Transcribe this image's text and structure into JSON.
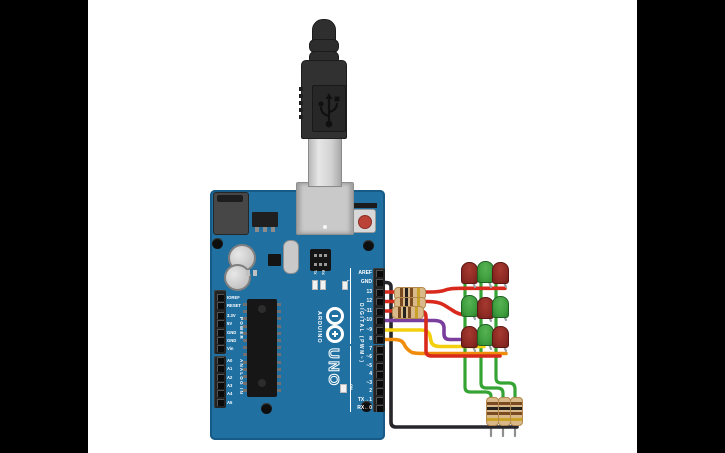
{
  "scene": {
    "background": "#000000",
    "canvas_color": "#ffffff",
    "description": "Arduino Uno with USB cable driving a 3x3 red/green LED matrix via resistors"
  },
  "board": {
    "color": "#2070a2",
    "texts": {
      "logo": "ARDUINO",
      "model": "UNO",
      "digital": "DIGITAL (PWM~)",
      "power": "POWER",
      "analog": "ANALOG IN",
      "on": "ON",
      "tx": "TX",
      "rx": "RX",
      "l": "L"
    },
    "right_pins": [
      "AREF",
      "GND",
      "13",
      "12",
      "~11",
      "~10",
      "~9",
      "8",
      "7",
      "~6",
      "~5",
      "4",
      "~3",
      "2",
      "TX→1",
      "RX←0"
    ],
    "left_power_pins": [
      "IOREF",
      "RESET",
      "3.3V",
      "5V",
      "GND",
      "GND",
      "Vin"
    ],
    "left_analog_pins": [
      "A0",
      "A1",
      "A2",
      "A3",
      "A4",
      "A5"
    ]
  },
  "wires": {
    "gnd": {
      "color": "#26262b",
      "from": "GND"
    },
    "pin13": {
      "color": "#d8291c",
      "from": "13"
    },
    "pin12": {
      "color": "#d8291c",
      "from": "12"
    },
    "pin11": {
      "color": "#d8291c",
      "from": "~11"
    },
    "pin10": {
      "color": "#7a3f9c",
      "from": "~10"
    },
    "pin9": {
      "color": "#f3cf0e",
      "from": "~9"
    },
    "pin8": {
      "color": "#f08c0c",
      "from": "8"
    },
    "column_color": "#35a435",
    "lead_color": "#8f8f8f",
    "leg_color": "#9aa0a4"
  },
  "led_grid": {
    "rows": [
      [
        "red",
        "green",
        "red"
      ],
      [
        "green",
        "red",
        "green"
      ],
      [
        "red",
        "green",
        "red"
      ]
    ],
    "red": "#8e2b24",
    "green": "#3f9f3f"
  },
  "resistors": {
    "horizontal_count": 3,
    "vertical_count": 3,
    "body_color": "#d9b98a"
  }
}
